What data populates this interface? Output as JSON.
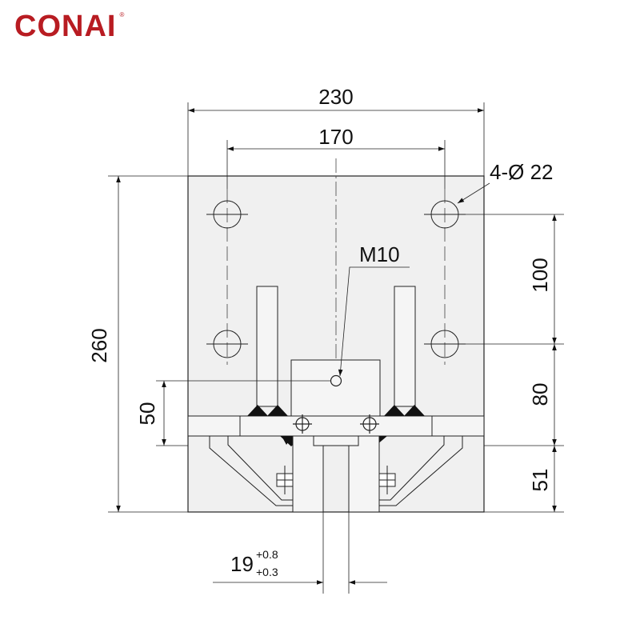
{
  "logo": {
    "text": "CONAI",
    "registered": "®",
    "color": "#b81c22"
  },
  "dimensions": {
    "overall_width": "230",
    "hole_spacing_horizontal": "170",
    "holes_callout": "4-Ø 22",
    "thread": "M10",
    "overall_height": "260",
    "hole_spacing_vertical": "100",
    "lower_hole_to_center": "80",
    "center_to_plate": "50",
    "bottom_section": "51",
    "slot_width": "19",
    "slot_tol_upper": "+0.8",
    "slot_tol_lower": "+0.3"
  }
}
